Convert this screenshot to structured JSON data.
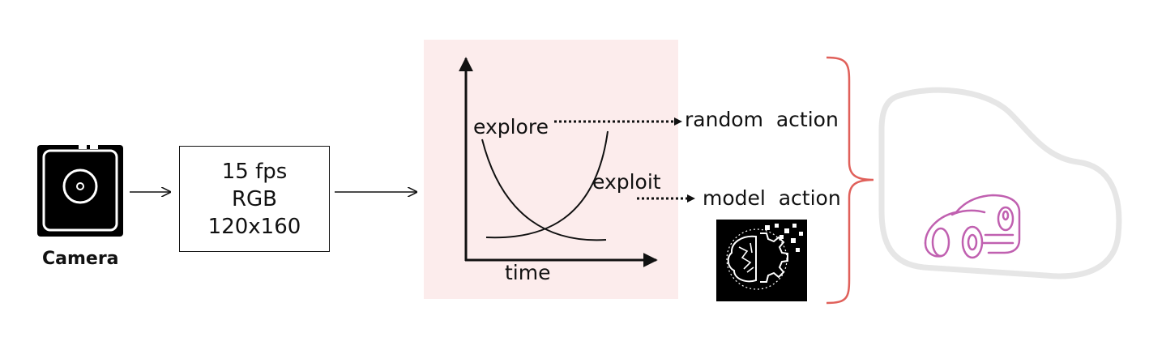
{
  "camera": {
    "label": "Camera",
    "icon": "camera-icon"
  },
  "spec_box": {
    "lines": [
      "15 fps",
      "RGB",
      "120x160"
    ]
  },
  "chart": {
    "curve_labels": {
      "explore": "explore",
      "exploit": "exploit"
    },
    "x_axis_label": "time"
  },
  "actions": {
    "random": "random  action",
    "model": "model  action"
  },
  "icons": [
    "camera-icon",
    "ai-brain-gear-icon",
    "race-car-icon",
    "race-track-icon"
  ],
  "colors": {
    "panel_bg": "#fcecec",
    "brace": "#e0605a",
    "car": "#c060b0",
    "track": "#e6e6e6",
    "line": "#111111"
  }
}
